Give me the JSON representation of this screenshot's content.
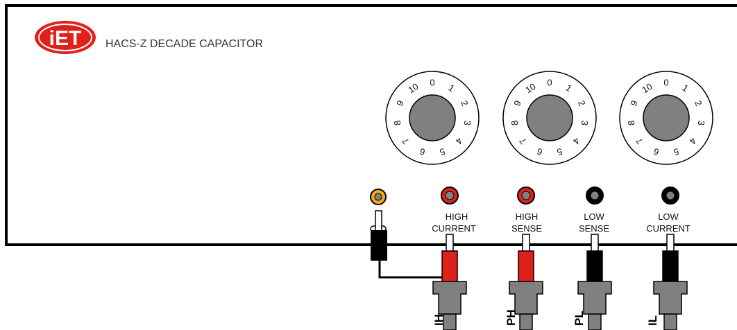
{
  "panel": {
    "logo_text": "iET",
    "title": "HACS-Z DECADE CAPACITOR"
  },
  "dials": [
    {
      "numbers": [
        "0",
        "1",
        "2",
        "3",
        "4",
        "5",
        "6",
        "7",
        "8",
        "9",
        "10"
      ]
    },
    {
      "numbers": [
        "0",
        "1",
        "2",
        "3",
        "4",
        "5",
        "6",
        "7",
        "8",
        "9",
        "10"
      ]
    },
    {
      "numbers": [
        "0",
        "1",
        "2",
        "3",
        "4",
        "5",
        "6",
        "7",
        "8",
        "9",
        "10"
      ]
    }
  ],
  "jacks": [
    {
      "id": "ground",
      "color": "#f5a623",
      "label1": "",
      "label2": ""
    },
    {
      "id": "high-current",
      "color": "#e0201a",
      "label1": "HIGH",
      "label2": "CURRENT"
    },
    {
      "id": "high-sense",
      "color": "#e0201a",
      "label1": "HIGH",
      "label2": "SENSE"
    },
    {
      "id": "low-sense",
      "color": "#000000",
      "label1": "LOW",
      "label2": "SENSE"
    },
    {
      "id": "low-current",
      "color": "#000000",
      "label1": "LOW",
      "label2": "CURRENT"
    }
  ],
  "leads": [
    {
      "label": "IH",
      "plug_color": "#e0201a"
    },
    {
      "label": "PH",
      "plug_color": "#e0201a"
    },
    {
      "label": "PL",
      "plug_color": "#000000"
    },
    {
      "label": "IL",
      "plug_color": "#000000"
    }
  ],
  "colors": {
    "outline": "#000000",
    "knob": "#808080",
    "connector": "#808080",
    "logo": "#e0201a"
  }
}
